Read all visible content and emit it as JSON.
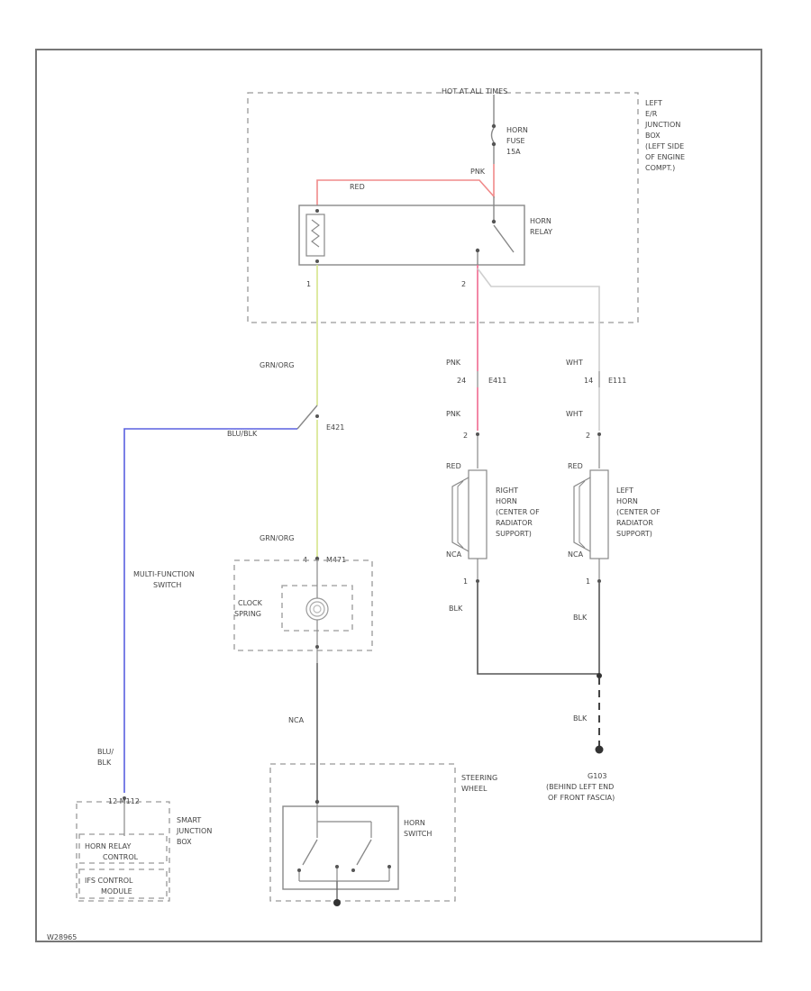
{
  "diagram": {
    "figure_id": "W28965",
    "fuse_box": {
      "header": "HOT AT ALL TIMES",
      "name": [
        "LEFT",
        "E/R",
        "JUNCTION",
        "BOX",
        "(LEFT SIDE",
        "OF ENGINE",
        "COMPT.)"
      ]
    },
    "horn_fuse": [
      "HORN",
      "FUSE",
      "15A"
    ],
    "horn_relay": [
      "HORN",
      "RELAY"
    ],
    "relay_pins": {
      "p1": "1",
      "p2": "2"
    },
    "wires": {
      "red": "RED",
      "pnk_top": "PNK",
      "grn_org_1": "GRN/ORG",
      "blu_blk": "BLU/BLK",
      "grn_org_2": "GRN/ORG",
      "nca_mid": "NCA",
      "blu_blk_2": [
        "BLU/",
        "BLK"
      ],
      "pnk_1": "PNK",
      "pnk_2": "PNK",
      "wht_1": "WHT",
      "wht_2": "WHT",
      "red_rh": "RED",
      "nca_rh": "NCA",
      "blk_rh": "BLK",
      "red_lh": "RED",
      "nca_lh": "NCA",
      "blk_lh": "BLK",
      "blk_ground": "BLK"
    },
    "connectors": {
      "e421": "E421",
      "e411_pin": "24",
      "e411": "E411",
      "e111_pin": "14",
      "e111": "E111",
      "m471": "M471",
      "m4_pin": "4",
      "rh_horn_pin1": "2",
      "rh_horn_pin2": "1",
      "lh_horn_pin1": "2",
      "lh_horn_pin2": "1",
      "sjb": "12  M112"
    },
    "multifunction": [
      "MULTI-FUNCTION",
      "SWITCH"
    ],
    "clockspring": [
      "CLOCK",
      "SPRING"
    ],
    "right_horn": [
      "RIGHT",
      "HORN",
      "(CENTER OF",
      "RADIATOR",
      "SUPPORT)"
    ],
    "left_horn": [
      "LEFT",
      "HORN",
      "(CENTER OF",
      "RADIATOR",
      "SUPPORT)"
    ],
    "smart_jb": [
      "SMART",
      "JUNCTION",
      "BOX"
    ],
    "horn_relay_control": [
      "HORN RELAY",
      "CONTROL"
    ],
    "ifs_control": [
      "IFS CONTROL",
      "MODULE"
    ],
    "steering_wheel": [
      "STEERING",
      "WHEEL"
    ],
    "horn_switch": [
      "HORN",
      "SWITCH"
    ],
    "ground": [
      "G103",
      "(BEHIND LEFT END",
      "OF FRONT FASCIA)"
    ],
    "colors": {
      "red_wire": "#f08a8a",
      "pnk_wire": "#f06a90",
      "grn_org_wire": "#d6e58a",
      "blu_blk_wire": "#5a60e0",
      "wht_wire": "#cfcfcf",
      "black_wire": "#555555"
    }
  }
}
